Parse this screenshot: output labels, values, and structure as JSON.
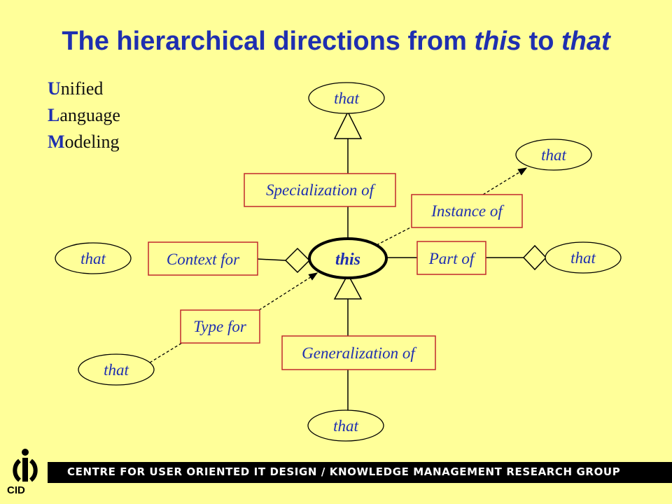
{
  "title": {
    "pre": "The hierarchical directions from ",
    "this": "this",
    "mid": " to ",
    "that": "that"
  },
  "uml": [
    {
      "cap": "U",
      "rest": "nified"
    },
    {
      "cap": "L",
      "rest": "anguage"
    },
    {
      "cap": "M",
      "rest": "odeling"
    }
  ],
  "center": "this",
  "relations": {
    "specialization": "Specialization of",
    "instance": "Instance of",
    "context": "Context for",
    "part": "Part of",
    "type": "Type for",
    "generalization": "Generalization of"
  },
  "that_label": "that",
  "footer": "CENTRE FOR USER ORIENTED IT DESIGN / KNOWLEDGE MANAGEMENT RESEARCH GROUP",
  "logo_text": "CID",
  "colors": {
    "background": "#ffff99",
    "accent": "#1f2fb0",
    "box_border": "#c0282d"
  }
}
